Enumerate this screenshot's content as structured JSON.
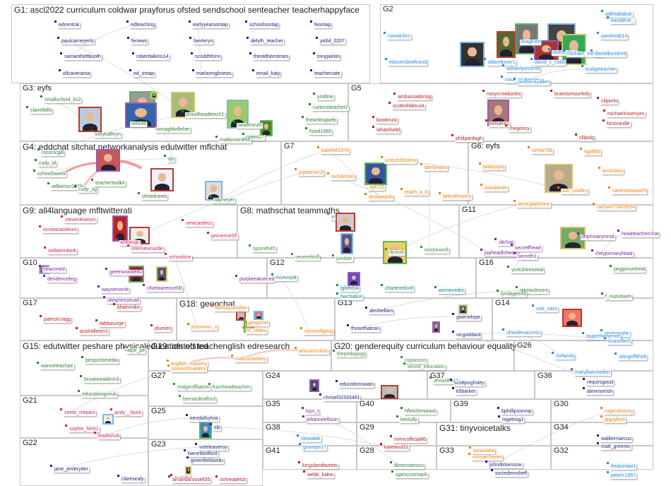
{
  "colors": {
    "c1": "#1a237e",
    "c2": "#1e88e5",
    "c3": "#2e7d32",
    "c4": "#b71c1c",
    "c5": "#f57c00",
    "c6": "#7b1fa2",
    "c7": "#d81b60",
    "c8": "#00838f",
    "c9": "#ad1457",
    "c10": "#388e3c"
  },
  "groups": [
    {
      "id": "G1",
      "title": "G1: ascl2022 curriculum coldwar prayforus ofsted sendschool senteacher teacherhappyface"
    },
    {
      "id": "G2",
      "title": "G2"
    },
    {
      "id": "G3",
      "title": "G3: eyfs"
    },
    {
      "id": "G5",
      "title": "G5"
    },
    {
      "id": "G4",
      "title": "G4: eddchat sltchat networkanalysis edutwitter mflchat"
    },
    {
      "id": "G7",
      "title": "G7"
    },
    {
      "id": "G6",
      "title": "G6: eyfs"
    },
    {
      "id": "G9",
      "title": "G9: all4language mfltwitterati"
    },
    {
      "id": "G8",
      "title": "G8: mathschat teammaths"
    },
    {
      "id": "G11",
      "title": "G11"
    },
    {
      "id": "G10",
      "title": "G10"
    },
    {
      "id": "G12",
      "title": "G12"
    },
    {
      "id": "G16",
      "title": "G16"
    },
    {
      "id": "G17",
      "title": "G17"
    },
    {
      "id": "G18",
      "title": "G18: geogchat"
    },
    {
      "id": "G13",
      "title": "G13"
    },
    {
      "id": "G14",
      "title": "G14"
    },
    {
      "id": "G15",
      "title": "G15: edutwitter peshare physicaleducation ofsted"
    },
    {
      "id": "G19",
      "title": "G19: ofsted teachenglish edresearch"
    },
    {
      "id": "G20",
      "title": "G20: genderequity curriculum behaviour equality"
    },
    {
      "id": "G26",
      "title": "G26"
    },
    {
      "id": "G27",
      "title": "G27"
    },
    {
      "id": "G24",
      "title": "G24"
    },
    {
      "id": "G37",
      "title": "G37"
    },
    {
      "id": "G36",
      "title": "G36"
    },
    {
      "id": "G21",
      "title": "G21"
    },
    {
      "id": "G25",
      "title": "G25"
    },
    {
      "id": "G35",
      "title": "G35"
    },
    {
      "id": "G40",
      "title": "G40"
    },
    {
      "id": "G39",
      "title": "G39"
    },
    {
      "id": "G30",
      "title": "G30"
    },
    {
      "id": "G38",
      "title": "G38"
    },
    {
      "id": "G29",
      "title": "G29"
    },
    {
      "id": "G31",
      "title": "G31: tinyvoicetalks"
    },
    {
      "id": "G34",
      "title": "G34"
    },
    {
      "id": "G22",
      "title": "G22"
    },
    {
      "id": "G23",
      "title": "G23"
    },
    {
      "id": "G41",
      "title": "G41"
    },
    {
      "id": "G28",
      "title": "G28"
    },
    {
      "id": "G33",
      "title": "G33"
    },
    {
      "id": "G32",
      "title": "G32"
    }
  ],
  "nodes": [
    {
      "t": "edcentral",
      "c": "c1"
    },
    {
      "t": "edteaching",
      "c": "c1"
    },
    {
      "t": "earlyyearsontap",
      "c": "c1"
    },
    {
      "t": "schoolsontap",
      "c": "c1"
    },
    {
      "t": "feontap",
      "c": "c1"
    },
    {
      "t": "paulcarneyerts",
      "c": "c1"
    },
    {
      "t": "fenews",
      "c": "c1"
    },
    {
      "t": "faerleryn",
      "c": "c1"
    },
    {
      "t": "delyth_teacher",
      "c": "c1"
    },
    {
      "t": "yishil_0207",
      "c": "c1"
    },
    {
      "t": "samantheltbooth",
      "c": "c1"
    },
    {
      "t": "robertlalkins14",
      "c": "c1"
    },
    {
      "t": "ncisbthform",
      "c": "c1"
    },
    {
      "t": "theoldhemtimes",
      "c": "c1"
    },
    {
      "t": "tonyparkin",
      "c": "c1"
    },
    {
      "t": "ollcanerama",
      "c": "c1"
    },
    {
      "t": "ed_ontap",
      "c": "c1"
    },
    {
      "t": "marlarmgbnews",
      "c": "c1"
    },
    {
      "t": "email_katy",
      "c": "c1"
    },
    {
      "t": "teachercate",
      "c": "c1"
    },
    {
      "t": "adkhaltabuk",
      "c": "c2"
    },
    {
      "t": "eastdene_",
      "c": "c2"
    },
    {
      "t": "nonwichrs",
      "c": "c2"
    },
    {
      "t": "pandorab14",
      "c": "c2"
    },
    {
      "t": "imagineti",
      "c": "c2"
    },
    {
      "t": "dodiscimus",
      "c": "c2"
    },
    {
      "t": "michael_merrick",
      "c": "c2"
    },
    {
      "t": "danielbundred",
      "c": "c2"
    },
    {
      "t": "educendowfound",
      "c": "c2"
    },
    {
      "t": "adamboxer1",
      "c": "c2"
    },
    {
      "t": "adrianlyonsfrse",
      "c": "c2"
    },
    {
      "t": "miss_mclnerney",
      "c": "c2"
    },
    {
      "t": "david_c_cobb",
      "c": "c2"
    },
    {
      "t": "trudgeteacher",
      "c": "c2"
    },
    {
      "t": "profbeckyallen",
      "c": "c2"
    },
    {
      "t": "smallschool_ks2",
      "c": "c3"
    },
    {
      "t": "clairelbills",
      "c": "c3"
    },
    {
      "t": "nells46",
      "c": "c3"
    },
    {
      "t": "proudheadteech1",
      "c": "c3"
    },
    {
      "t": "oonaghkelleher",
      "c": "c3"
    },
    {
      "t": "sollykathryn",
      "c": "c3"
    },
    {
      "t": "swallesruth",
      "c": "c3"
    },
    {
      "t": "yrofitne",
      "c": "c3"
    },
    {
      "t": "curiousteacher2",
      "c": "c3"
    },
    {
      "t": "thewritingweb",
      "c": "c3"
    },
    {
      "t": "hood1960",
      "c": "c3"
    },
    {
      "t": "oates27",
      "c": "c3"
    },
    {
      "t": "matkinson856",
      "c": "c3"
    },
    {
      "t": "ambassadorsig",
      "c": "c4"
    },
    {
      "t": "nosycrowbooks",
      "c": "c4"
    },
    {
      "t": "braintumourledy",
      "c": "c4"
    },
    {
      "t": "scottishbktrust",
      "c": "c4"
    },
    {
      "t": "cilipinfo",
      "c": "c4"
    },
    {
      "t": "booktrust",
      "c": "c4"
    },
    {
      "t": "michaelrosenyes",
      "c": "c4"
    },
    {
      "t": "whatsfseld",
      "c": "c4"
    },
    {
      "t": "kelsiere1",
      "c": "c4"
    },
    {
      "t": "kirstvanille",
      "c": "c4"
    },
    {
      "t": "rhegency",
      "c": "c4"
    },
    {
      "t": "cilipslg",
      "c": "c4"
    },
    {
      "t": "philipardagh",
      "c": "c4"
    },
    {
      "t": "rossmcgill",
      "c": "c3"
    },
    {
      "t": "cudy_id",
      "c": "c3"
    },
    {
      "t": "schoolsweek",
      "c": "c3"
    },
    {
      "t": "williamsn1978",
      "c": "c3"
    },
    {
      "t": "cudy_sg",
      "c": "c3"
    },
    {
      "t": "teachertoolkit",
      "c": "c3"
    },
    {
      "t": "ofstednews",
      "c": "c3"
    },
    {
      "t": "qtz",
      "c": "c3"
    },
    {
      "t": "dajmeyer",
      "c": "c3"
    },
    {
      "t": "katiehill1979",
      "c": "c5"
    },
    {
      "t": "justice2history",
      "c": "c5"
    },
    {
      "t": "jopearson3",
      "c": "c5"
    },
    {
      "t": "danlyndon",
      "c": "c5"
    },
    {
      "t": "nickdennis",
      "c": "c5"
    },
    {
      "t": "apf102",
      "c": "c5"
    },
    {
      "t": "teach_a_b",
      "c": "c5"
    },
    {
      "t": "tenlotedsth",
      "c": "c5"
    },
    {
      "t": "bebodhistory",
      "c": "c5"
    },
    {
      "t": "semb789",
      "c": "c5"
    },
    {
      "t": "hgriff80",
      "c": "c5"
    },
    {
      "t": "poppygoy",
      "c": "c5"
    },
    {
      "t": "arcticlass",
      "c": "c5"
    },
    {
      "t": "axonpeole",
      "c": "c5"
    },
    {
      "t": "sue_cowley",
      "c": "c5"
    },
    {
      "t": "vanesseswyer0",
      "c": "c5"
    },
    {
      "t": "annegladstone",
      "c": "c5"
    },
    {
      "t": "rachael73428934",
      "c": "c5"
    },
    {
      "t": "stevenlewises",
      "c": "c7"
    },
    {
      "t": "ircnewcastleuni",
      "c": "c7"
    },
    {
      "t": "newcastlecc",
      "c": "c7"
    },
    {
      "t": "all4langu",
      "c": "c7"
    },
    {
      "t": "provence55",
      "c": "c7"
    },
    {
      "t": "nellatemberk",
      "c": "c7"
    },
    {
      "t": "internewcastle",
      "c": "c7"
    },
    {
      "t": "schoolsne",
      "c": "c7"
    },
    {
      "t": "vi",
      "c": "c10"
    },
    {
      "t": "spsmith45",
      "c": "c10"
    },
    {
      "t": "mrshewmfl",
      "c": "c10"
    },
    {
      "t": "joedale",
      "c": "c10"
    },
    {
      "t": "veverettmfl",
      "c": "c10"
    },
    {
      "t": "djokod",
      "c": "c10"
    },
    {
      "t": "sltchat",
      "c": "c6"
    },
    {
      "t": "dhprimarymrsd",
      "c": "c6"
    },
    {
      "t": "headteacherchat",
      "c": "c6"
    },
    {
      "t": "jopheadlnheels",
      "c": "c6"
    },
    {
      "t": "secretfhead",
      "c": "c6"
    },
    {
      "t": "rheyprimaryhead",
      "c": "c6"
    },
    {
      "t": "secreth1",
      "c": "c6"
    },
    {
      "t": "beaconed",
      "c": "c6"
    },
    {
      "t": "greenwoodedu",
      "c": "c6"
    },
    {
      "t": "dendenceleg",
      "c": "c6"
    },
    {
      "t": "clivelawrence00",
      "c": "c6"
    },
    {
      "t": "purpleeakseced",
      "c": "c6"
    },
    {
      "t": "waynenorrle",
      "c": "c6"
    },
    {
      "t": "skegnessecad",
      "c": "c6"
    },
    {
      "t": "mcevoydr",
      "c": "c8"
    },
    {
      "t": "lgbteduk",
      "c": "c8"
    },
    {
      "t": "charteredcoll",
      "c": "c8"
    },
    {
      "t": "womenedni",
      "c": "c8"
    },
    {
      "t": "hwchalice",
      "c": "c8"
    },
    {
      "t": "yorkshireisreal",
      "c": "c3"
    },
    {
      "t": "peggimontreal",
      "c": "c3"
    },
    {
      "t": "jakewslmons",
      "c": "c3"
    },
    {
      "t": "lyndagee49",
      "c": "c3"
    },
    {
      "t": "f_mohdserh",
      "c": "c3"
    },
    {
      "t": "bhalnmike",
      "c": "c4"
    },
    {
      "t": "patrickcragg",
      "c": "c4"
    },
    {
      "t": "tabitasurge",
      "c": "c4"
    },
    {
      "t": "jdurrien",
      "c": "c4"
    },
    {
      "t": "australleton1",
      "c": "c4"
    },
    {
      "t": "fllmissyorksher",
      "c": "c5"
    },
    {
      "t": "jennnnnn_x",
      "c": "c5"
    },
    {
      "t": "m_chiles",
      "c": "c5"
    },
    {
      "t": "geogchat",
      "c": "c5"
    },
    {
      "t": "missselfgeog",
      "c": "c5"
    },
    {
      "t": "alexbellars",
      "c": "c1"
    },
    {
      "t": "gwenelope",
      "c": "c1"
    },
    {
      "t": "thosethatcan",
      "c": "c1"
    },
    {
      "t": "vicgoddard",
      "c": "c1"
    },
    {
      "t": "uob_sass",
      "c": "c2"
    },
    {
      "t": "uhwidenaccess",
      "c": "c2"
    },
    {
      "t": "emmapshe",
      "c": "c2"
    },
    {
      "t": "aspirehighernet",
      "c": "c2"
    },
    {
      "t": "tinaseller5",
      "c": "c2"
    },
    {
      "t": "afpe_pe",
      "c": "c3"
    },
    {
      "t": "wanneteachpe",
      "c": "c3"
    },
    {
      "t": "pesportsmedia",
      "c": "c3"
    },
    {
      "t": "brookewaldron3",
      "c": "c3"
    },
    {
      "t": "educationgovuk",
      "c": "c3"
    },
    {
      "t": "english_mastery",
      "c": "c5"
    },
    {
      "t": "mathsmastery",
      "c": "c5"
    },
    {
      "t": "arkcurriculum",
      "c": "c5"
    },
    {
      "t": "sciencemastery",
      "c": "c5"
    },
    {
      "t": "cupacoco",
      "c": "c10"
    },
    {
      "t": "seced_education",
      "c": "c10"
    },
    {
      "t": "ahowdhur2",
      "c": "c10"
    },
    {
      "t": "thepedagogy",
      "c": "c10"
    },
    {
      "t": "mrfamily",
      "c": "c2"
    },
    {
      "t": "slangriffiths6",
      "c": "c2"
    },
    {
      "t": "marylbatchelder",
      "c": "c2"
    },
    {
      "t": "realgeoffbarton",
      "c": "c10"
    },
    {
      "t": "framheadteacher",
      "c": "c10"
    },
    {
      "t": "bernardtrafford",
      "c": "c10"
    },
    {
      "t": "educationswain",
      "c": "c1"
    },
    {
      "t": "chrisel32333491",
      "c": "c1"
    },
    {
      "t": "scottpughsley",
      "c": "c1"
    },
    {
      "t": "k5barker",
      "c": "c1"
    },
    {
      "t": "requirsgood",
      "c": "c1"
    },
    {
      "t": "alexmorrish",
      "c": "c1"
    },
    {
      "t": "seete_mepani",
      "c": "c7"
    },
    {
      "t": "andy__buck",
      "c": "c7"
    },
    {
      "t": "sophie_hirst1",
      "c": "c7"
    },
    {
      "t": "leadtshub",
      "c": "c7"
    },
    {
      "t": "kendallsylvia",
      "c": "c1"
    },
    {
      "t": "slp",
      "c": "c1"
    },
    {
      "t": "voteleaveroy",
      "c": "c1"
    },
    {
      "t": "lcps_t",
      "c": "c6"
    },
    {
      "t": "johanneellison",
      "c": "c6"
    },
    {
      "t": "hfletcherwood",
      "c": "c3"
    },
    {
      "t": "bectully",
      "c": "c3"
    },
    {
      "t": "bphillipsonmp",
      "c": "c1"
    },
    {
      "t": "nigelnog1",
      "c": "c1"
    },
    {
      "t": "rogershistory",
      "c": "c5"
    },
    {
      "t": "jpgayford",
      "c": "c5"
    },
    {
      "t": "stewalde",
      "c": "c2"
    },
    {
      "t": "grovepe17",
      "c": "c2"
    },
    {
      "t": "mrmcofficial86",
      "c": "c4"
    },
    {
      "t": "kateland31",
      "c": "c4"
    },
    {
      "t": "toriaclaire",
      "c": "c5"
    },
    {
      "t": "mrmarcheyes",
      "c": "c5"
    },
    {
      "t": "walkermarcus",
      "c": "c1"
    },
    {
      "t": "matt_greener",
      "c": "c1"
    },
    {
      "t": "baronbedford",
      "c": "c1"
    },
    {
      "t": "greenfieldsedu",
      "c": "c1"
    },
    {
      "t": "jane_jenleryder",
      "c": "c1"
    },
    {
      "t": "claresealy",
      "c": "c1"
    },
    {
      "t": "twinkleit",
      "c": "c9"
    },
    {
      "t": "amandarussell35",
      "c": "c9"
    },
    {
      "t": "richreadetot",
      "c": "c9"
    },
    {
      "t": "kingslandtweets",
      "c": "c4"
    },
    {
      "t": "webb_kakw",
      "c": "c4"
    },
    {
      "t": "dimensionscc",
      "c": "c3"
    },
    {
      "t": "sjamccormack",
      "c": "c3"
    },
    {
      "t": "johndickenssw",
      "c": "c1"
    },
    {
      "t": "sociedemsheff",
      "c": "c1"
    },
    {
      "t": "fredsinlaix1",
      "c": "c2"
    },
    {
      "t": "peterc1957",
      "c": "c2"
    }
  ]
}
